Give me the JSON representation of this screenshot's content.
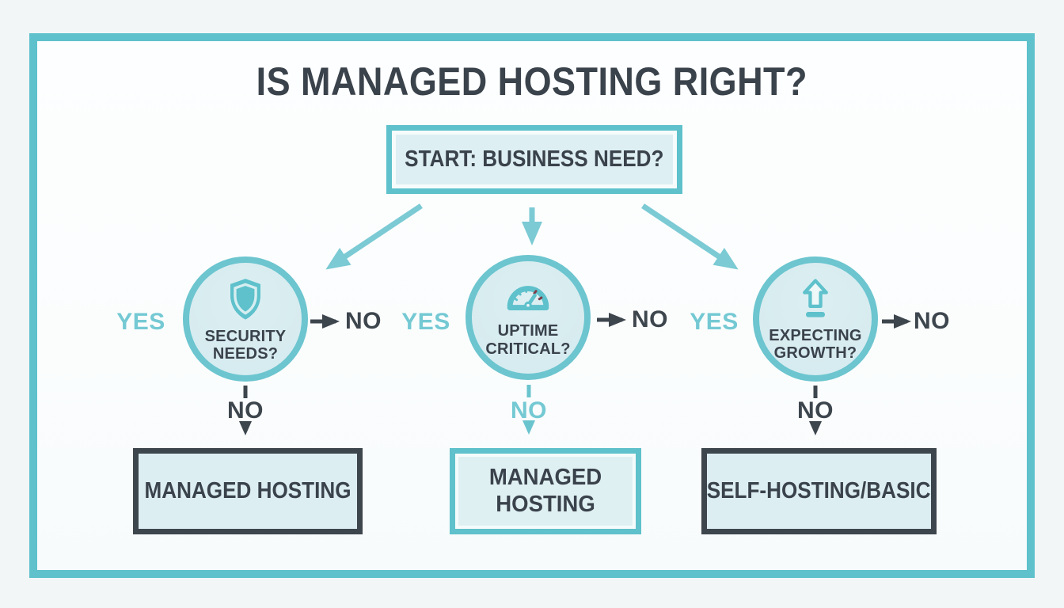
{
  "title": "IS MANAGED HOSTING RIGHT?",
  "start_box": {
    "label": "START: BUSINESS NEED?"
  },
  "decisions": [
    {
      "question": "SECURITY NEEDS?",
      "icon": "shield-icon",
      "yes": "YES",
      "no_right": "NO",
      "no_down": "NO"
    },
    {
      "question": "UPTIME CRITICAL?",
      "icon": "gauge-icon",
      "yes": "YES",
      "no_right": "NO",
      "no_down": "NO"
    },
    {
      "question": "EXPECTING GROWTH?",
      "icon": "growth-arrow-icon",
      "yes": "YES",
      "no_right": "NO",
      "no_down": "NO"
    }
  ],
  "outcomes": [
    {
      "label": "MANAGED HOSTING"
    },
    {
      "label": "MANAGED HOSTING"
    },
    {
      "label": "SELF-HOSTING/BASIC"
    }
  ],
  "colors": {
    "teal": "#5ec1cb",
    "teal_soft": "#7bcad4",
    "teal_text": "#74c9d3",
    "charcoal": "#3a424b",
    "arrow_dark": "#3d454d",
    "node_fill": "#ddeff2",
    "gauge_tick_maroon": "#7c3e49"
  }
}
